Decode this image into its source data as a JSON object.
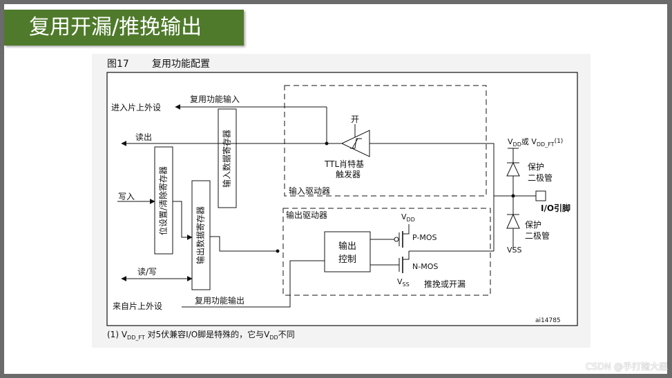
{
  "slide_title": "复用开漏/推挽输出",
  "figure": {
    "caption_num": "图17",
    "caption_title": "复用功能配置",
    "footnote": "(1) V",
    "footnote_sub1": "DD_FT",
    "footnote_mid": " 对5伏兼容I/O脚是特殊的，它与V",
    "footnote_sub2": "DD",
    "footnote_end": "不同",
    "figure_id": "ai14785"
  },
  "labels": {
    "to_onchip_peripheral": "进入片上外设",
    "alt_func_input": "复用功能输入",
    "read_out": "读出",
    "write_in": "写入",
    "read_write": "读/写",
    "from_onchip_peripheral": "来自片上外设",
    "alt_func_output": "复用功能输出",
    "input_data_register": "输入数据寄存器",
    "bit_set_reset_register": "位设置/清除寄存器",
    "output_data_register": "输出数据寄存器",
    "on_label": "开",
    "ttl_schmitt_line1": "TTL肖特基",
    "ttl_schmitt_line2": "触发器",
    "input_driver": "输入驱动器",
    "output_driver": "输出驱动器",
    "output_control_line1": "输出",
    "output_control_line2": "控制",
    "vdd_main": "V",
    "vdd_sub": "DD",
    "pmos": "P-MOS",
    "nmos": "N-MOS",
    "vss_main": "V",
    "vss_sub": "SS",
    "push_pull_open_drain": "推挽或开漏",
    "vdd_or_vddft_a": "V",
    "vdd_or_vddft_sub1": "DD",
    "vdd_or_vddft_b": "或 V",
    "vdd_or_vddft_sub2": "DD_FT",
    "vdd_or_vddft_note": "(1)",
    "protect_diode_line1": "保护",
    "protect_diode_line2": "二极管",
    "io_pin": "I/O引脚",
    "vss_pin": "VSS"
  },
  "watermark": "CSDN @手打猪大屁",
  "colors": {
    "title_bg": "#4f7a2b",
    "frame_bg": "#6b6b6b",
    "card_bg": "#f3f3f3"
  }
}
